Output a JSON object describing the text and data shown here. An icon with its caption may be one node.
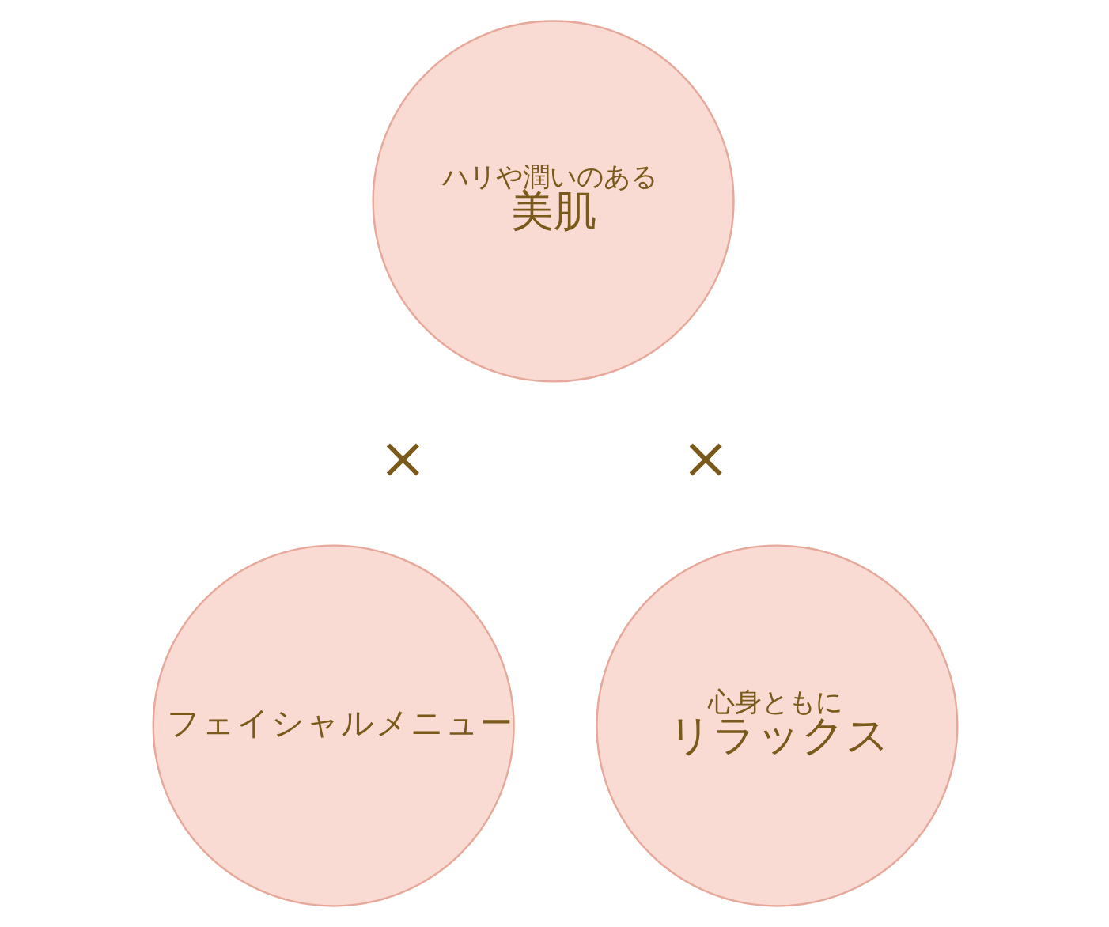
{
  "diagram": {
    "nodes": [
      {
        "text": [
          "ハリや潤いのある",
          "美肌"
        ]
      },
      {
        "text": [
          "フェイシャルメニュー"
        ]
      },
      {
        "text": [
          "心身ともに",
          "リラックス"
        ]
      }
    ],
    "labels": [
      "×",
      "×"
    ]
  }
}
